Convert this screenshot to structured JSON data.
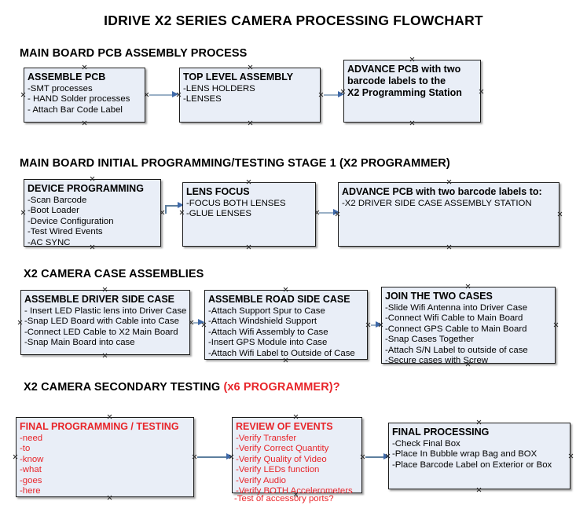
{
  "document": {
    "title": "IDRIVE X2  SERIES CAMERA PROCESSING FLOWCHART"
  },
  "colors": {
    "node_fill": "#e9eef7",
    "node_border": "#1c1c1c",
    "accent_red": "#e8252a",
    "connector": "#9ab0c6",
    "arrowhead": "#3f69a8",
    "text": "#000000"
  },
  "sections": [
    {
      "id": "main-board-pcb-assembly-process",
      "heading": "MAIN BOARD PCB ASSEMBLY PROCESS",
      "heading_accent": "",
      "nodes": [
        {
          "id": "assemble-pcb",
          "title": "ASSEMBLE PCB",
          "lines": [
            "-SMT processes",
            "- HAND Solder processes",
            "- Attach Bar Code Label"
          ]
        },
        {
          "id": "top-level-assembly",
          "title": "TOP LEVEL ASSEMBLY",
          "lines": [
            "-LENS HOLDERS",
            "-LENSES"
          ]
        },
        {
          "id": "advance-pcb-to-x2-programming-station",
          "title": "",
          "lines": [
            "ADVANCE PCB with two",
            "barcode labels to the",
            " X2 Programming Station"
          ]
        }
      ]
    },
    {
      "id": "main-board-initial-programming",
      "heading": "MAIN BOARD INITIAL PROGRAMMING/TESTING STAGE 1 (X2 PROGRAMMER)",
      "heading_accent": "",
      "nodes": [
        {
          "id": "device-programming",
          "title": "DEVICE PROGRAMMING",
          "lines": [
            "-Scan Barcode",
            "-Boot Loader",
            "-Device Configuration",
            "-Test Wired Events",
            "-AC SYNC"
          ]
        },
        {
          "id": "lens-focus",
          "title": "LENS FOCUS",
          "lines": [
            "-FOCUS BOTH LENSES",
            "-GLUE LENSES"
          ]
        },
        {
          "id": "advance-pcb-to-driver-side-case-station",
          "title": "ADVANCE PCB with two barcode labels to:",
          "lines": [
            "-X2 DRIVER  SIDE  CASE  ASSEMBLY STATION"
          ]
        }
      ]
    },
    {
      "id": "x2-camera-case-assemblies",
      "heading": "X2 CAMERA CASE ASSEMBLIES",
      "heading_accent": "",
      "nodes": [
        {
          "id": "assemble-driver-side-case",
          "title": "ASSEMBLE DRIVER SIDE CASE",
          "lines": [
            "- Insert LED Plastic lens into Driver Case",
            "-Snap LED Board with Cable into Case",
            "-Connect LED Cable to X2 Main Board",
            "-Snap Main Board into case"
          ]
        },
        {
          "id": "assemble-road-side-case",
          "title": "ASSEMBLE ROAD SIDE CASE",
          "lines": [
            "-Attach Support Spur to Case",
            "-Attach Windshield Support",
            "-Attach Wifi Assembly to Case",
            "-Insert GPS Module into Case",
            "-Attach Wifi Label to Outside of Case"
          ]
        },
        {
          "id": "join-the-two-cases",
          "title": "JOIN THE TWO CASES",
          "lines": [
            "-Slide Wifi Antenna into Driver Case",
            "-Connect Wifi Cable to Main Board",
            "-Connect GPS Cable to Main Board",
            "-Snap Cases Together",
            "-Attach S/N Label to outside of case",
            "-Secure cases with Screw"
          ]
        }
      ]
    },
    {
      "id": "x2-camera-secondary-testing",
      "heading": "X2 CAMERA SECONDARY TESTING ",
      "heading_accent": "(x6 PROGRAMMER)?",
      "nodes": [
        {
          "id": "final-programming-testing",
          "title": "FINAL PROGRAMMING / TESTING",
          "lines": [
            "-need",
            "-to",
            "-know",
            "-what",
            "-goes",
            "-here"
          ]
        },
        {
          "id": "review-of-events",
          "title": "REVIEW OF EVENTS",
          "lines": [
            "-Verify Transfer",
            "-Verify Correct Quantity",
            "-Verify Quality of Video",
            "-Verify LEDs function",
            "-Verify Audio",
            "-Verify BOTH Accelerometers"
          ],
          "overflow_line": "-Test of accessory ports?"
        },
        {
          "id": "final-processing",
          "title": "FINAL PROCESSING",
          "lines": [
            " -Check Final Box",
            "-Place In Bubble wrap Bag and BOX",
            "-Place Barcode Label on Exterior or Box"
          ]
        }
      ]
    }
  ]
}
